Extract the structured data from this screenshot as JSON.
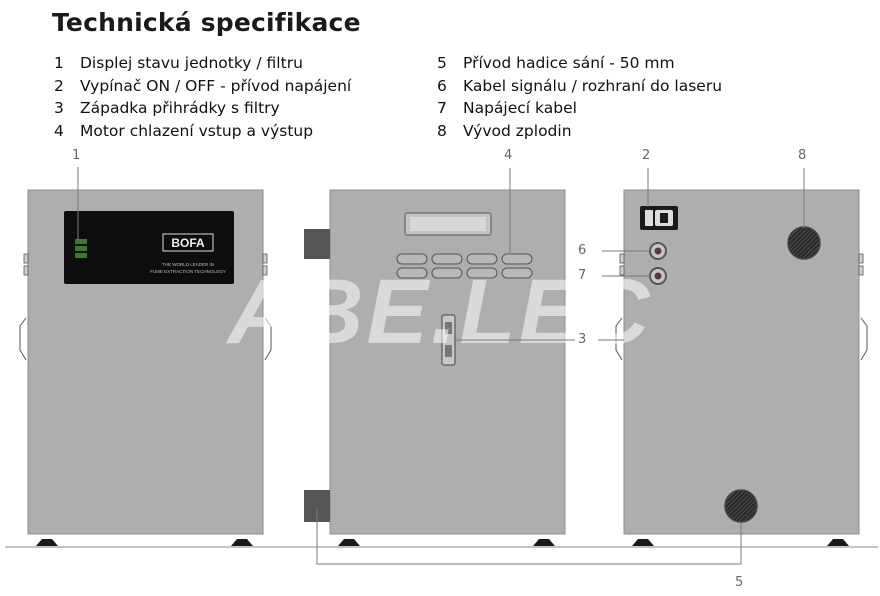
{
  "title": "Technická specifikace",
  "spec_left": [
    {
      "num": "1",
      "label": "Displej stavu jednotky / filtru"
    },
    {
      "num": "2",
      "label": "Vypínač ON / OFF - přívod napájení"
    },
    {
      "num": "3",
      "label": "Západka přihrádky s filtry"
    },
    {
      "num": "4",
      "label": "Motor chlazení vstup a výstup"
    }
  ],
  "spec_right": [
    {
      "num": "5",
      "label": "Přívod hadice sání - 50 mm"
    },
    {
      "num": "6",
      "label": "Kabel signálu / rozhraní do laseru"
    },
    {
      "num": "7",
      "label": "Napájecí kabel"
    },
    {
      "num": "8",
      "label": "Vývod zplodin"
    }
  ],
  "callouts": {
    "c1": "1",
    "c2": "2",
    "c3": "3",
    "c4": "4",
    "c5": "5",
    "c6": "6",
    "c7": "7",
    "c8": "8"
  },
  "display_panel": {
    "logo": "BOFA",
    "line1": "THE WORLD LEADER IN",
    "line2": "FUME EXTRACTION TECHNOLOGY"
  },
  "watermark": "ABE.LEC",
  "colors": {
    "cabinet": "#aeaeae",
    "cabinet_edge": "#8c8c8c",
    "panel": "#0d0d0d",
    "leader": "#7a7a7a",
    "port": "#5a5a5a"
  }
}
